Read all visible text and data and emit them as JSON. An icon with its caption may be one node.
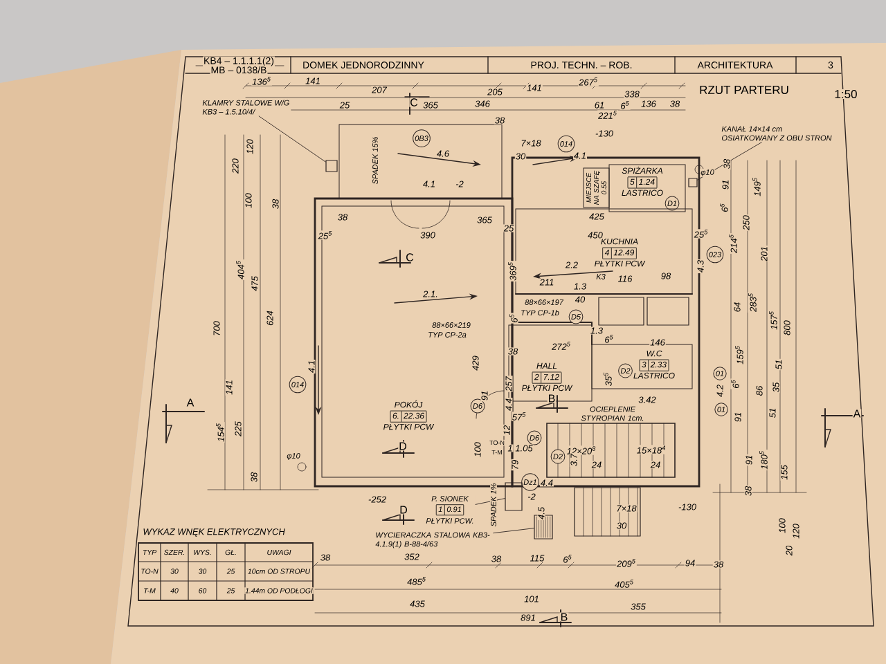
{
  "diagram": {
    "nodes": [
      {
        "text": [
          "KLAMRY STALOWE W/G",
          "KB3 – 1.5.10/4/"
        ]
      },
      {
        "text": [],
        "shape": "box"
      },
      {
        "text": [
          "KANAŁ 14×14 cm",
          "OSIATKOWANY Z OBU STRON"
        ]
      },
      {
        "text": [],
        "shape": "box"
      },
      {
        "text": [
          "0B3"
        ]
      },
      {
        "text": [
          "014"
        ]
      },
      {
        "text": [
          "MIEJSCE NA SZAFĘ",
          "0.55"
        ]
      },
      {
        "text": [
          "SPIŻARKA",
          "5",
          "1.24",
          "LASTRICO"
        ]
      },
      {
        "text": [
          "D1"
        ],
        "in": 7
      },
      {
        "text": [
          "POKÓJ",
          "6.",
          "22.36",
          "PŁYTKI PCW"
        ]
      },
      {
        "text": [
          "KUCHNIA",
          "4",
          "12.49",
          "PŁYTKI PCW"
        ]
      },
      {
        "text": [
          "023"
        ]
      },
      {
        "text": [
          "D5"
        ]
      },
      {
        "text": [
          "HALL",
          "2",
          "7.12",
          "PŁYTKI PCW"
        ]
      },
      {
        "text": [
          "W.C",
          "3",
          "2.33",
          "LASTRICO"
        ]
      },
      {
        "text": [
          "D2"
        ],
        "in": 14
      },
      {
        "text": [
          "01"
        ]
      },
      {
        "text": [
          "014"
        ]
      },
      {
        "text": [
          "D6"
        ],
        "in": 9
      },
      {
        "text": [
          "01"
        ]
      },
      {
        "text": [
          "D6"
        ]
      },
      {
        "text": [
          "D2"
        ]
      },
      {
        "text": [
          "Dz1"
        ]
      },
      {
        "text": [
          "P. SIONEK",
          "1",
          "0.91",
          "PŁYTKI PCW."
        ]
      },
      {
        "text": [],
        "shape": "box"
      },
      {
        "text": [
          "WYCIERACZKA STALOWA KB3- 4.1.9(1) B-88-4/63"
        ]
      },
      {
        "text": [],
        "shape": "box"
      }
    ],
    "edges": [
      {
        "from": 0,
        "to": 1,
        "arrow": "none"
      },
      {
        "from": 2,
        "to": 3,
        "arrow": "none"
      },
      {
        "from": 23,
        "to": 24,
        "arrow": "none"
      },
      {
        "from": 25,
        "to": 26,
        "arrow": "none"
      }
    ],
    "labels": [
      "KB4 – 1.1.1.1(2)",
      "MB – 0138/B",
      "DOMEK JEDNORODZINNY",
      "PROJ. TECHN. – ROB.",
      "ARCHITEKTURA",
      "3",
      "RZUT PARTERU",
      "1:50",
      "136$^{5}$",
      "141",
      "205",
      "141",
      "267$^{5}$",
      "207",
      "346",
      "338",
      "25",
      "C",
      "365",
      "61",
      "6$^{5}$",
      "136",
      "38",
      "221$^{5}$",
      "38",
      "220",
      "120",
      "100",
      "38",
      "404$^{5}$",
      "475",
      "624",
      "700",
      "141",
      "154$^{5}$",
      "225",
      "38",
      "A",
      "SPADEK 15%",
      "4.6",
      "4.1",
      "-2",
      "38",
      "25$^{5}$",
      "390",
      "365",
      "25",
      "369$^{5}$",
      "C",
      "2.1.",
      "88×66×219",
      "TYP CP-2a",
      "4.1",
      "429",
      "38",
      "257",
      "91",
      "4.4",
      "57$^{5}$",
      "12",
      "100",
      "D",
      "φ10",
      "7×18",
      "30",
      "4.1",
      "-130",
      "φ10",
      "425",
      "450",
      "25$^{5}$",
      "4.3",
      "2.2",
      "211",
      "K3",
      "116",
      "98",
      "1.3",
      "88×66×197",
      "TYP CP-1b",
      "40",
      "6$^{5}$",
      "1.3",
      "272$^{5}$",
      "6$^{5}$",
      "146",
      "35$^{5}$",
      "3.42",
      "4.2",
      "B",
      "OCIEPLENIE STYROPIAN 1cm.",
      "12×20$^{8}$",
      "15×18$^{4}$",
      "24",
      "24",
      "3.7",
      "TO-N",
      "T-M",
      "1",
      "1.05",
      "79",
      "4.4",
      "-2",
      "4.5",
      "SPADEK 1%",
      "7×18",
      "30",
      "-130",
      "38",
      "91",
      "6$^{5}$",
      "149$^{5}$",
      "250",
      "214$^{5}$",
      "201",
      "64",
      "283$^{5}$",
      "157$^{5}$",
      "800",
      "159$^{5}$",
      "6$^{5}$",
      "86",
      "51",
      "35",
      "51",
      "91",
      "91",
      "180$^{5}$",
      "155",
      "38",
      "100",
      "120",
      "20",
      "A",
      "-252",
      "D",
      "38",
      "352",
      "485$^{5}$",
      "435",
      "38",
      "115",
      "6$^{5}$",
      "209$^{5}$",
      "94",
      "38",
      "405$^{5}$",
      "101",
      "891",
      "B",
      "355",
      "WYKAZ WNĘK ELEKTRYCZNYCH",
      "TYP",
      "SZER.",
      "WYS.",
      "GŁ.",
      "UWAGI",
      "TO-N",
      "30",
      "30",
      "25",
      "10cm OD STROPU",
      "T-M",
      "40",
      "60",
      "25",
      "1.44m OD PODŁOGI"
    ]
  }
}
